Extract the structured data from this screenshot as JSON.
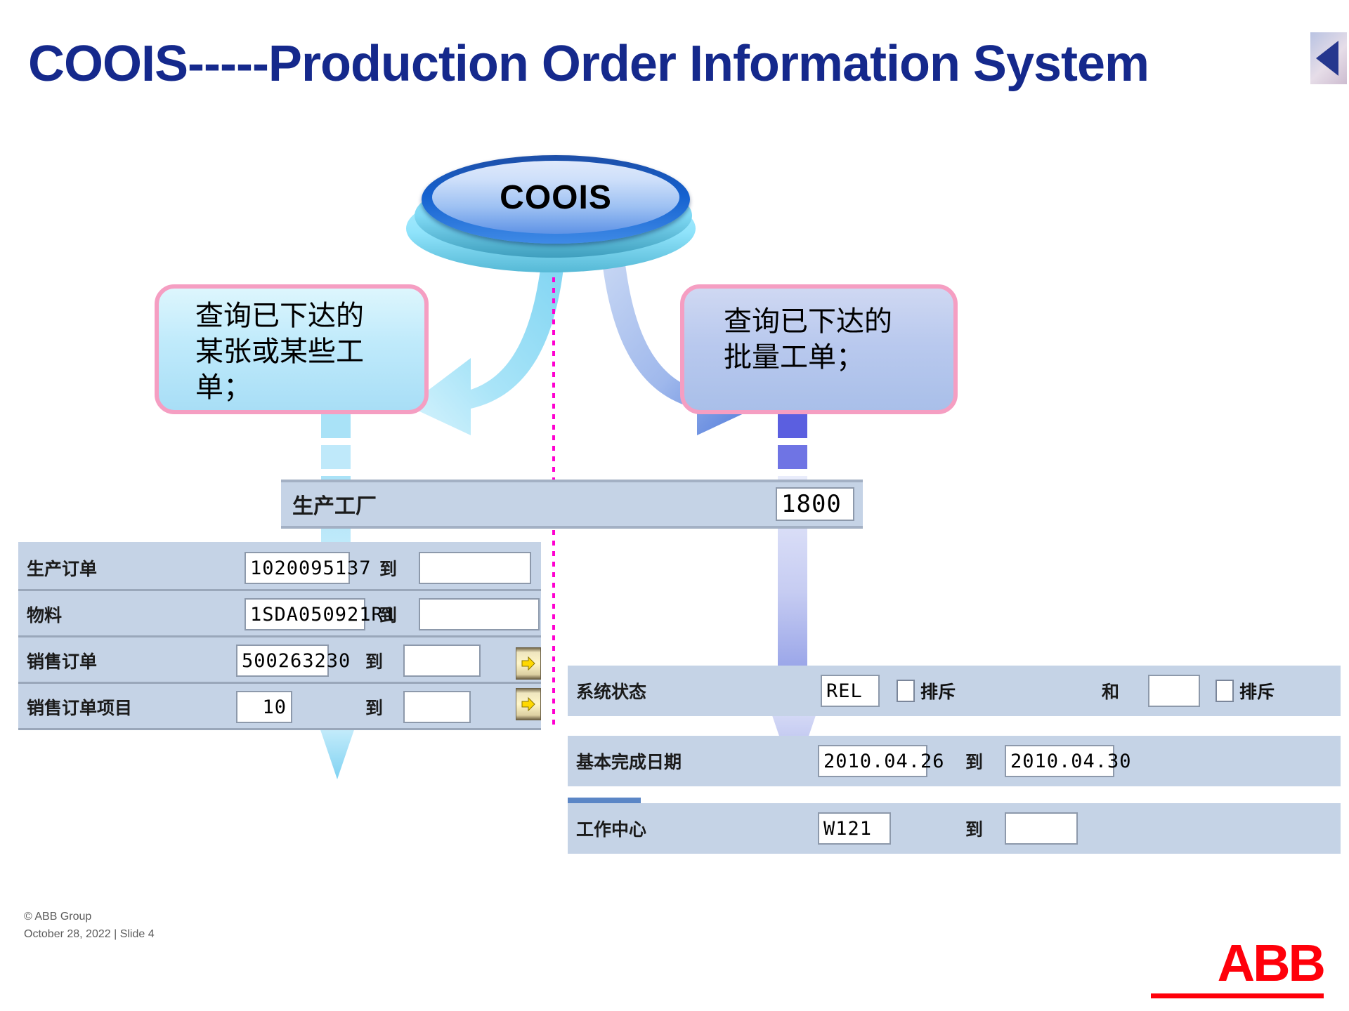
{
  "slide": {
    "title": "COOIS-----Production Order Information System",
    "nav_back_icon": "triangle-left-icon"
  },
  "center_node": {
    "label": "COOIS"
  },
  "callouts": [
    {
      "id": "left",
      "text": "查询已下达的\n某张或某些工\n单；"
    },
    {
      "id": "right",
      "text": "查询已下达的\n批量工单；"
    }
  ],
  "plant_bar": {
    "label": "生产工厂",
    "value": "1800"
  },
  "left_form": {
    "rows": [
      {
        "label": "生产订单",
        "value": "1020095137",
        "to_label": "到",
        "to_value": ""
      },
      {
        "label": "物料",
        "value": "1SDA050921R1",
        "to_label": "到",
        "to_value": ""
      },
      {
        "label": "销售订单",
        "value": "500263230",
        "to_label": "到",
        "to_value": ""
      },
      {
        "label": "销售订单项目",
        "value": "10",
        "to_label": "到",
        "to_value": ""
      }
    ],
    "scroll_buttons": [
      "arrow-right-icon",
      "arrow-right-icon"
    ]
  },
  "right_form": {
    "rows": [
      {
        "label": "系统状态",
        "value": "REL",
        "checkbox1_label": "排斥",
        "and_label": "和",
        "value2": "",
        "checkbox2_label": "排斥"
      },
      {
        "label": "基本完成日期",
        "value": "2010.04.26",
        "to_label": "到",
        "to_value": "2010.04.30"
      },
      {
        "label": "工作中心",
        "value": "W121",
        "to_label": "到",
        "to_value": ""
      }
    ]
  },
  "footer": {
    "copyright": "© ABB Group",
    "date_slide": "October 28, 2022 | Slide 4",
    "brand": "ABB"
  },
  "colors": {
    "title_blue": "#15298C",
    "callout_border_pink": "#f59ec2",
    "divider_magenta": "#ff00d0",
    "sap_panel": "#c5d3e6",
    "abb_red": "#ff000a"
  }
}
